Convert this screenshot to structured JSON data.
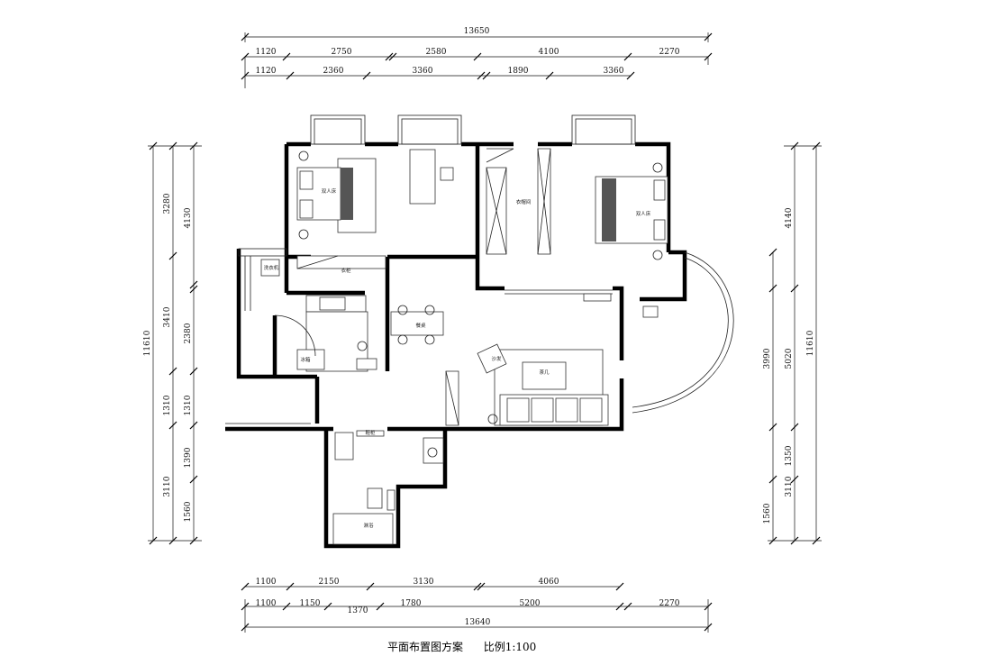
{
  "drawing": {
    "title": "平面布置图方案",
    "scale_label": "比例1:100"
  },
  "top_dims": {
    "overall": "13650",
    "row1": [
      "1120",
      "2750",
      "2580",
      "4100",
      "2270"
    ],
    "row2": [
      "1120",
      "2360",
      "3360",
      "1890",
      "3360"
    ]
  },
  "bottom_dims": {
    "row1": [
      "1100",
      "2150",
      "3130",
      "4060"
    ],
    "row2": [
      "1100",
      "1150",
      "1370",
      "1780",
      "5200",
      "2270"
    ],
    "overall": "13640"
  },
  "left_dims": {
    "overall": "11610",
    "outer": [
      "3280",
      "3410",
      "1310",
      "3110"
    ],
    "inner": [
      "4130",
      "2380",
      "1310",
      "1390",
      "1560"
    ]
  },
  "right_dims": {
    "overall": "11610",
    "outer": [
      "4140",
      "5020",
      "1350",
      "3110"
    ],
    "inner": [
      "3990",
      "1560"
    ]
  },
  "rooms": {
    "bed_left": "双人床",
    "wardrobe_left": "衣柜",
    "closet": "衣帽间",
    "bed_right": "双人床",
    "washer": "洗衣机",
    "fridge": "冰箱",
    "dining": "餐桌",
    "sofa": "沙发",
    "coffee_table": "茶几",
    "shoe_cabinet": "鞋柜",
    "shower": "淋浴"
  }
}
